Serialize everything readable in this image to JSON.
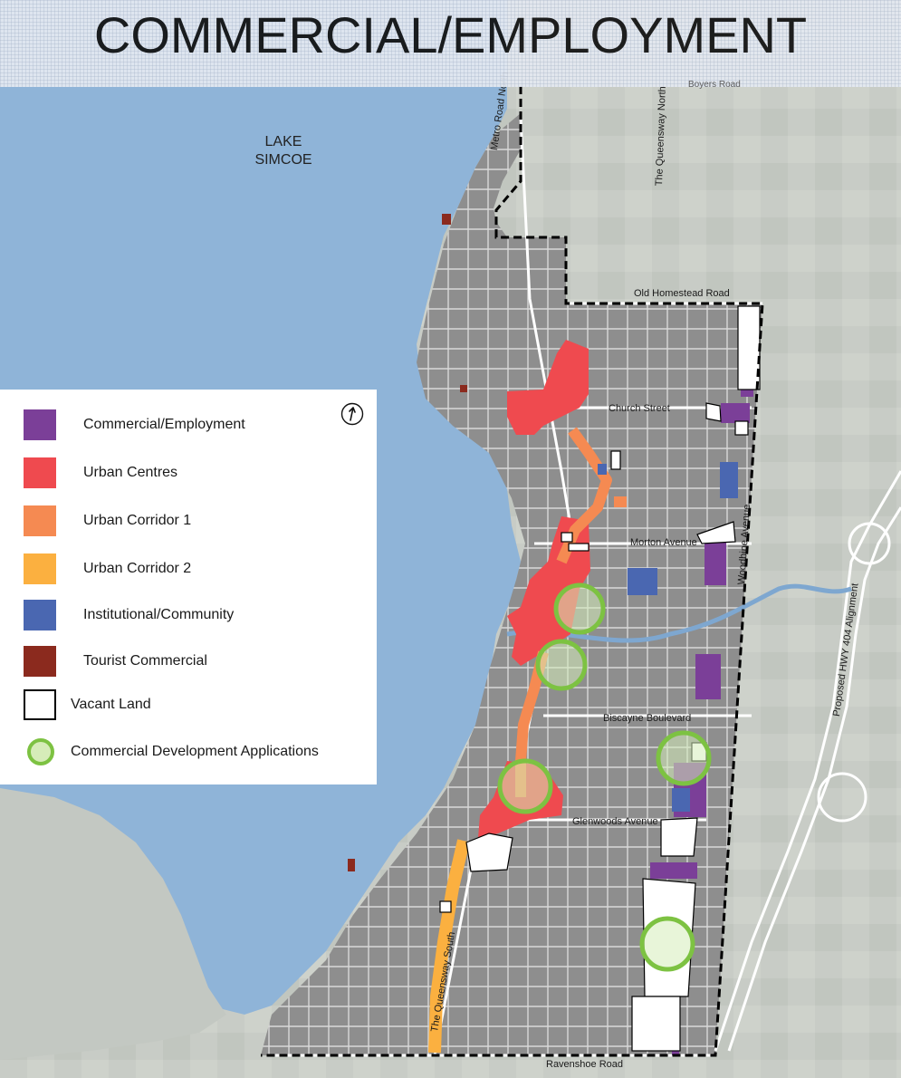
{
  "title": "COMMERCIAL/EMPLOYMENT",
  "lake_label": [
    "LAKE",
    "SIMCOE"
  ],
  "road_labels": {
    "metro_road_north": "Metro Road North",
    "the_queensway_north": "The Queensway North",
    "old_homestead_road": "Old Homestead Road",
    "church_street": "Church Street",
    "morton_avenue": "Morton Avenue",
    "woodbine_avenue": "Woodbine Avenue",
    "proposed_hwy_404": "Proposed HWY 404 Alignment",
    "biscayne_boulevard": "Biscayne Boulevard",
    "glenwoods_avenue": "Glenwoods Avenue",
    "the_queensway_south": "The Queensway South",
    "ravenshoe_road": "Ravenshoe Road",
    "top_road": "Boyers Road"
  },
  "legend": {
    "items": [
      {
        "label": "Commercial/Employment",
        "color": "#7b3f98",
        "icon": "purple-square"
      },
      {
        "label": "Urban Centres",
        "color": "#ef4a4f",
        "icon": "red-square"
      },
      {
        "label": "Urban Corridor 1",
        "color": "#f58a52",
        "icon": "orange-square"
      },
      {
        "label": "Urban Corridor 2",
        "color": "#fbb040",
        "icon": "yellow-orange-square"
      },
      {
        "label": "Institutional/Community",
        "color": "#4a67b1",
        "icon": "blue-square"
      },
      {
        "label": "Tourist Commercial",
        "color": "#8b2a1e",
        "icon": "dark-red-square"
      },
      {
        "label": "Vacant Land",
        "color": "#ffffff",
        "icon": "outlined-square"
      },
      {
        "label": "Commercial Development Applications",
        "color": "#7dc242",
        "icon": "green-circle"
      }
    ]
  },
  "colors": {
    "lake": "#8fb4d8",
    "urban_area": "#8c8c8c",
    "boundary": "#000000",
    "roads": "#ffffff",
    "land": "#c9cdc8"
  }
}
